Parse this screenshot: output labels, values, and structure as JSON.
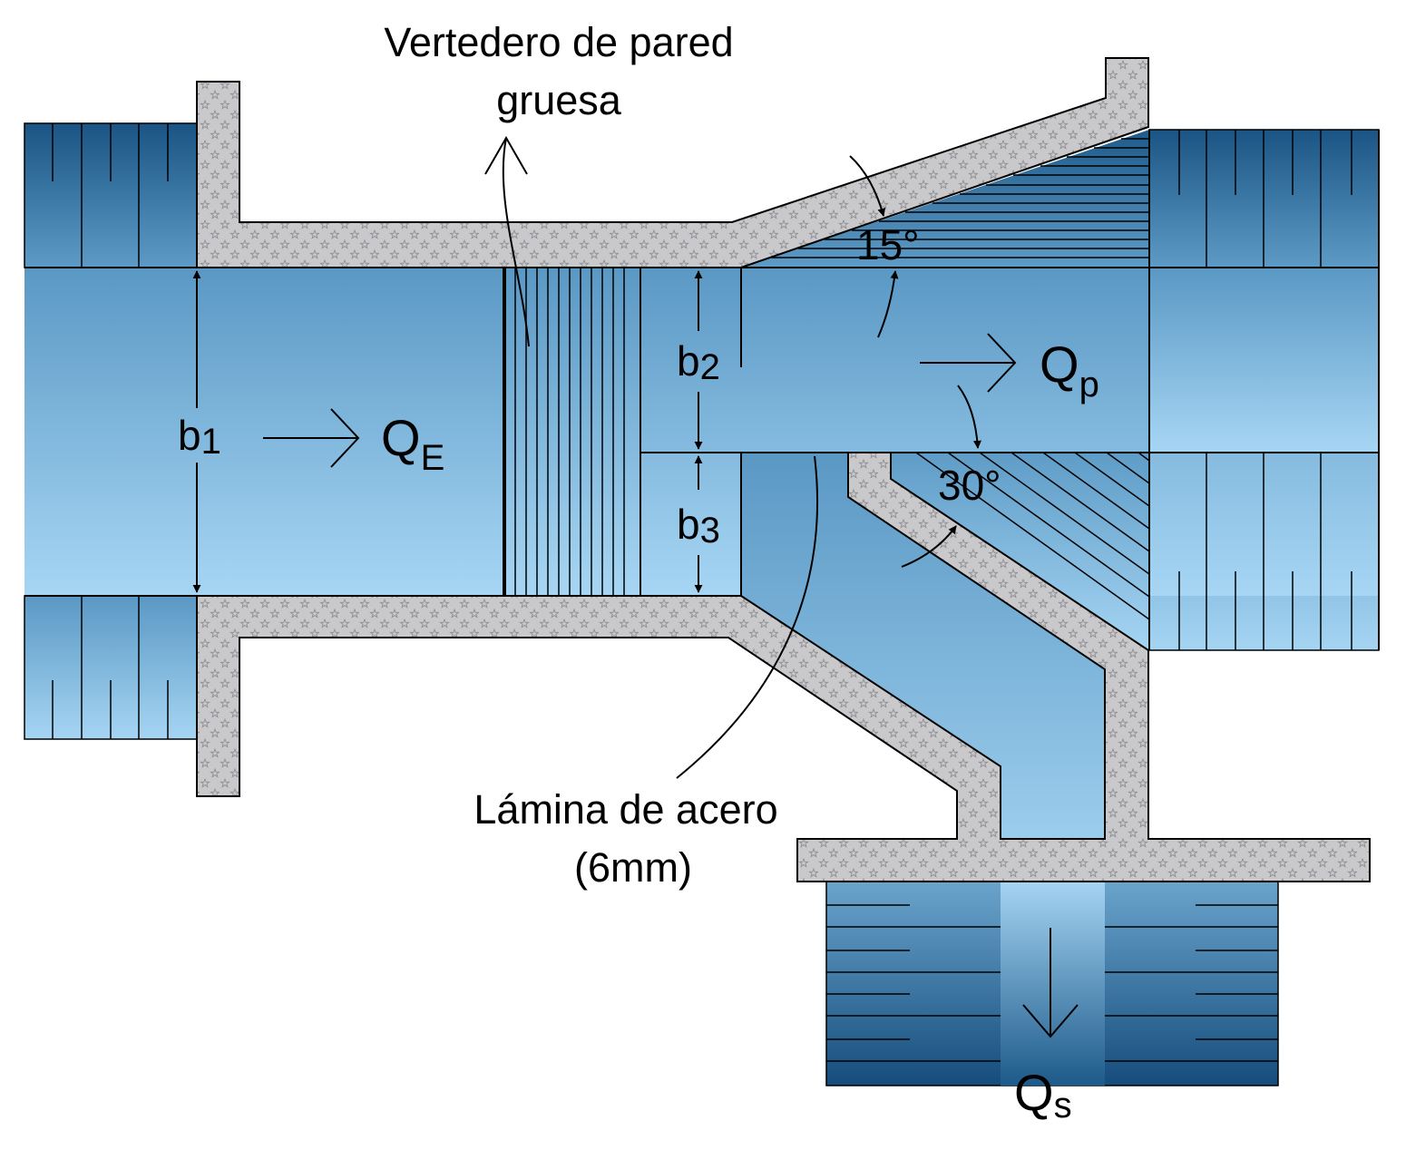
{
  "labels": {
    "weir_line1": "Vertedero de pared",
    "weir_line2": "gruesa",
    "plate_line1": "Lámina de acero",
    "plate_line2": "(6mm)",
    "angle_top": "15°",
    "angle_bottom": "30°"
  },
  "dimensions": {
    "b1": {
      "main": "b",
      "sub": "1"
    },
    "b2": {
      "main": "b",
      "sub": "2"
    },
    "b3": {
      "main": "b",
      "sub": "3"
    }
  },
  "flows": {
    "inlet": {
      "main": "Q",
      "sub": "E"
    },
    "passing": {
      "main": "Q",
      "sub": "p"
    },
    "side": {
      "main": "Q",
      "sub": "s"
    }
  },
  "colors": {
    "water_light": "#a9d7f5",
    "water_mid": "#5d9bc6",
    "water_dark": "#164f80",
    "wall_fill": "#c9c9cc",
    "wall_star": "#8f8f95",
    "line": "#000000"
  }
}
